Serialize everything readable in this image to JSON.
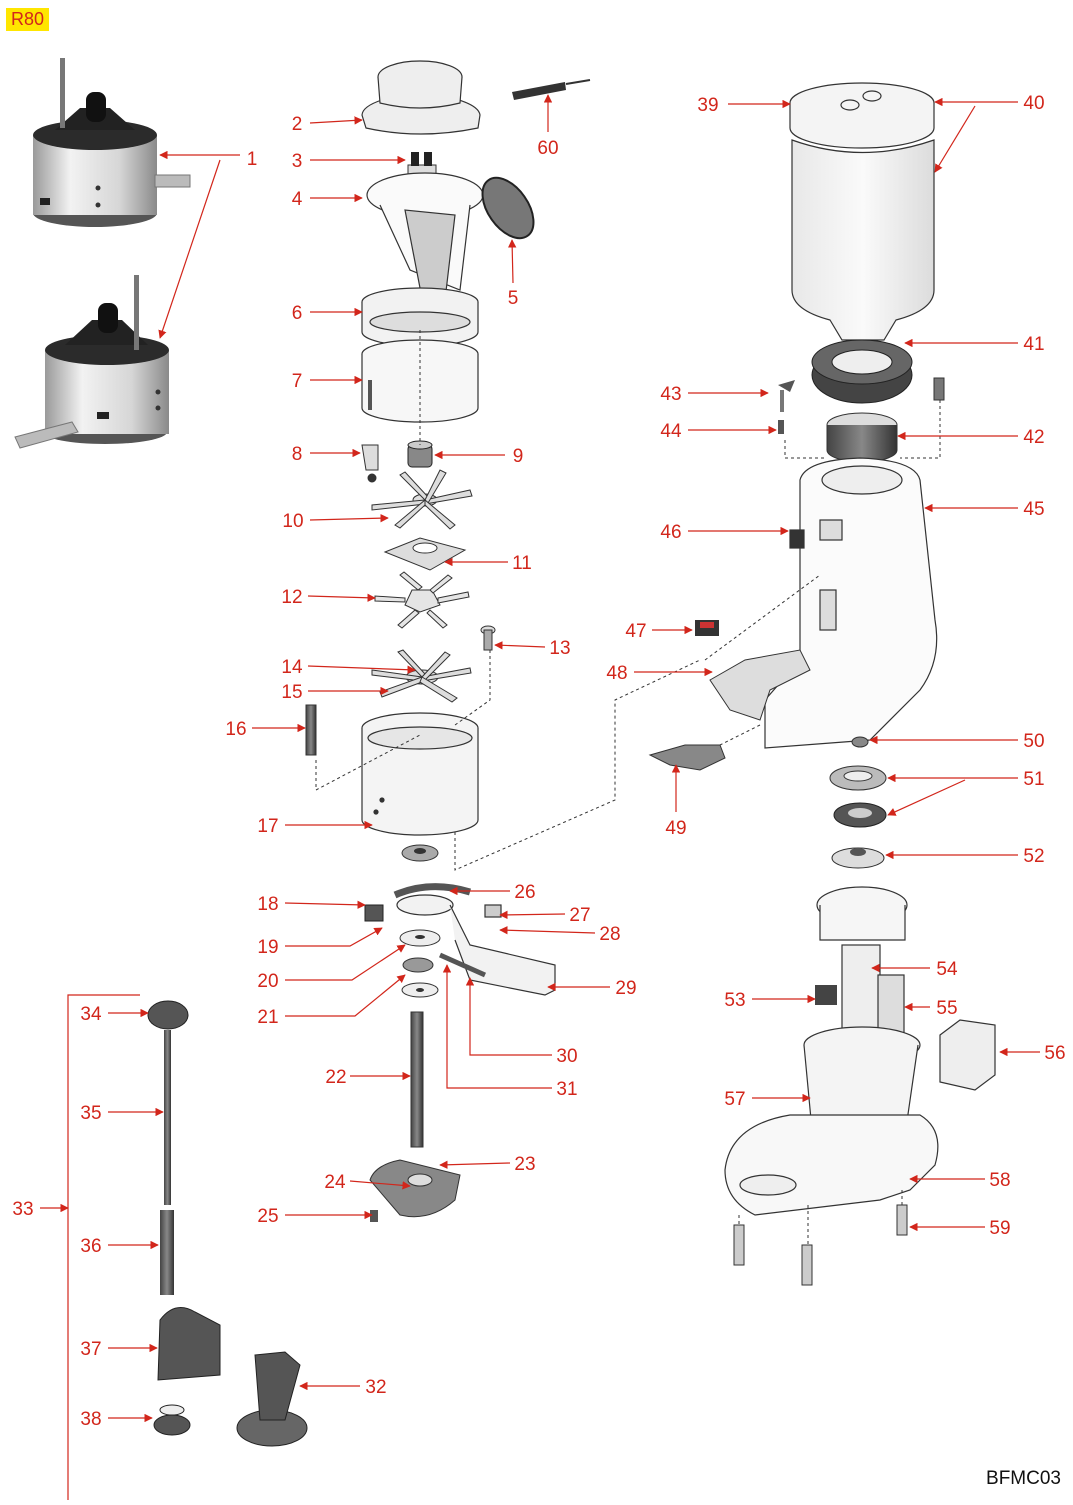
{
  "header": {
    "model_tag": "R80"
  },
  "footer": {
    "drawing_code": "BFMC03"
  },
  "colors": {
    "callout": "#d2261b",
    "tag_bg": "#ffe600",
    "outline": "#333333"
  },
  "parts": [
    {
      "num": "1"
    },
    {
      "num": "2"
    },
    {
      "num": "3"
    },
    {
      "num": "4"
    },
    {
      "num": "5"
    },
    {
      "num": "6"
    },
    {
      "num": "7"
    },
    {
      "num": "8"
    },
    {
      "num": "9"
    },
    {
      "num": "10"
    },
    {
      "num": "11"
    },
    {
      "num": "12"
    },
    {
      "num": "13"
    },
    {
      "num": "14"
    },
    {
      "num": "15"
    },
    {
      "num": "16"
    },
    {
      "num": "17"
    },
    {
      "num": "18"
    },
    {
      "num": "19"
    },
    {
      "num": "20"
    },
    {
      "num": "21"
    },
    {
      "num": "22"
    },
    {
      "num": "23"
    },
    {
      "num": "24"
    },
    {
      "num": "25"
    },
    {
      "num": "26"
    },
    {
      "num": "27"
    },
    {
      "num": "28"
    },
    {
      "num": "29"
    },
    {
      "num": "30"
    },
    {
      "num": "31"
    },
    {
      "num": "32"
    },
    {
      "num": "33"
    },
    {
      "num": "34"
    },
    {
      "num": "35"
    },
    {
      "num": "36"
    },
    {
      "num": "37"
    },
    {
      "num": "38"
    },
    {
      "num": "39"
    },
    {
      "num": "40"
    },
    {
      "num": "41"
    },
    {
      "num": "42"
    },
    {
      "num": "43"
    },
    {
      "num": "44"
    },
    {
      "num": "45"
    },
    {
      "num": "46"
    },
    {
      "num": "47"
    },
    {
      "num": "48"
    },
    {
      "num": "49"
    },
    {
      "num": "50"
    },
    {
      "num": "51"
    },
    {
      "num": "52"
    },
    {
      "num": "53"
    },
    {
      "num": "54"
    },
    {
      "num": "55"
    },
    {
      "num": "56"
    },
    {
      "num": "57"
    },
    {
      "num": "58"
    },
    {
      "num": "59"
    },
    {
      "num": "60"
    }
  ]
}
